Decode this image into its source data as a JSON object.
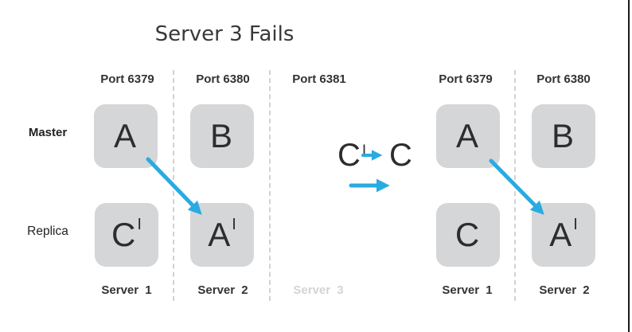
{
  "title": "Server 3 Fails",
  "colors": {
    "arrow_blue": "#29abe2",
    "node_fill": "#d5d6d8",
    "text_dark": "#333333",
    "muted_gray": "#d4d4d8",
    "frame_border": "#1a1a1a"
  },
  "left_cluster": {
    "ports": [
      "Port 6379",
      "Port 6380",
      "Port 6381"
    ],
    "row_labels": {
      "master": "Master",
      "replica": "Replica"
    },
    "nodes": {
      "master": [
        {
          "base": "A",
          "prime": ""
        },
        {
          "base": "B",
          "prime": ""
        }
      ],
      "replica": [
        {
          "base": "C",
          "prime": "I"
        },
        {
          "base": "A",
          "prime": "I"
        }
      ]
    },
    "servers": [
      "Server 1",
      "Server 2",
      "Server 3"
    ]
  },
  "transition": {
    "from_base": "C",
    "from_prime": "I",
    "to_base": "C"
  },
  "right_cluster": {
    "ports": [
      "Port 6379",
      "Port 6380"
    ],
    "nodes": {
      "master": [
        {
          "base": "A",
          "prime": ""
        },
        {
          "base": "B",
          "prime": ""
        }
      ],
      "replica": [
        {
          "base": "C",
          "prime": ""
        },
        {
          "base": "A",
          "prime": "I"
        }
      ]
    },
    "servers": [
      "Server 1",
      "Server 2"
    ]
  }
}
